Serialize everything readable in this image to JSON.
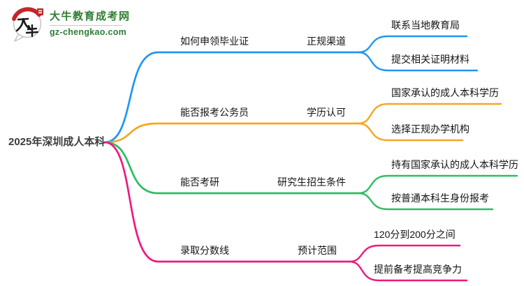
{
  "logo": {
    "title": "大牛教育成考网",
    "url": "gz-chengkao.com",
    "brand_green": "#2E7D32",
    "seal_red": "#C3272B",
    "badge": "bull-speech-bubble"
  },
  "root": {
    "label": "2025年深圳成人本科"
  },
  "branches": [
    {
      "color": "#2196F3",
      "topic": "如何申领毕业证",
      "subtopic": "正规渠道",
      "children": [
        "联系当地教育局",
        "提交相关证明材料"
      ]
    },
    {
      "color": "#F5A623",
      "topic": "能否报考公务员",
      "subtopic": "学历认可",
      "children": [
        "国家承认的成人本科学历",
        "选择正规办学机构"
      ]
    },
    {
      "color": "#2BBE61",
      "topic": "能否考研",
      "subtopic": "研究生招生条件",
      "children": [
        "持有国家承认的成人本科学历",
        "按普通本科生身份报考"
      ]
    },
    {
      "color": "#F0197C",
      "topic": "录取分数线",
      "subtopic": "预计范围",
      "children": [
        "120分到200分之间",
        "提前备考提高竞争力"
      ]
    }
  ]
}
